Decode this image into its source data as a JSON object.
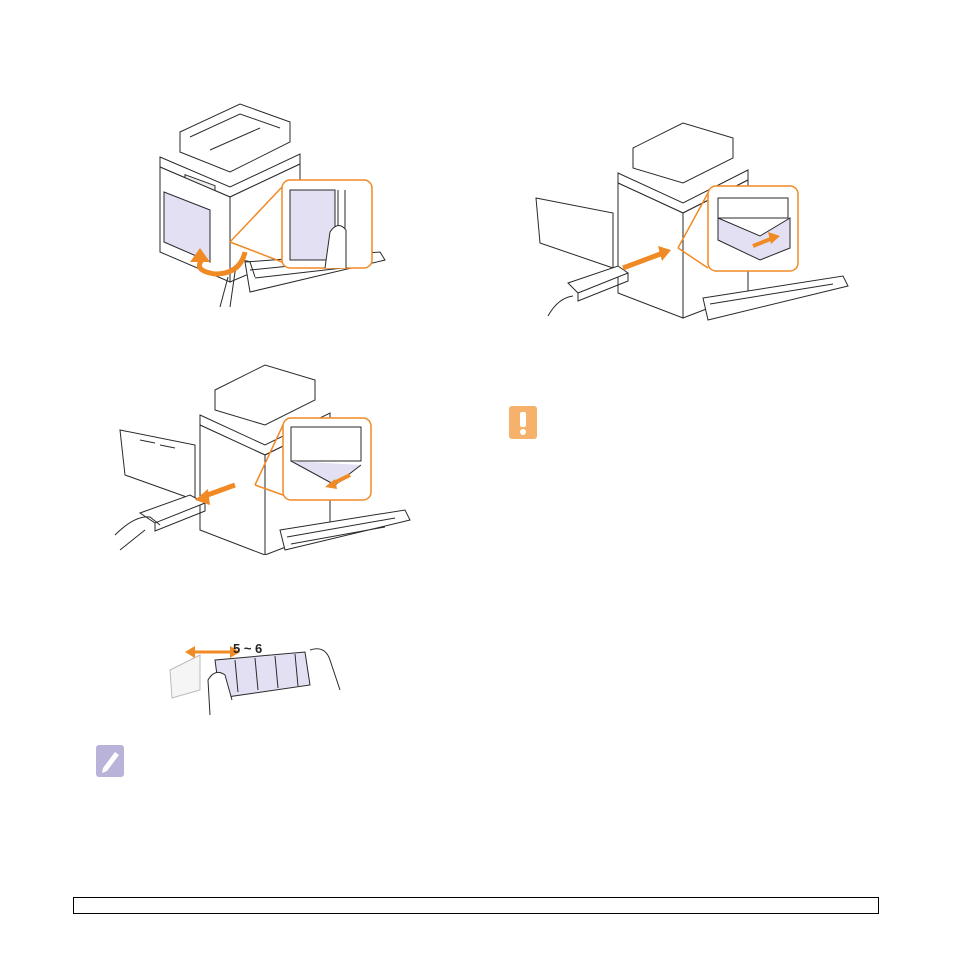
{
  "figures": [
    {
      "id": "open-side-door",
      "description_label": ""
    },
    {
      "id": "remove-toner",
      "description_label": ""
    },
    {
      "id": "shake-toner",
      "description_label": ""
    },
    {
      "id": "insert-toner",
      "description_label": ""
    }
  ],
  "shake_label": "5 ~ 6",
  "colors": {
    "accent": "#f08a24",
    "highlight": "#e3e0f4",
    "line": "#2a2a2a"
  },
  "icons": {
    "note": "note-pencil-icon",
    "caution": "caution-exclamation-icon"
  }
}
